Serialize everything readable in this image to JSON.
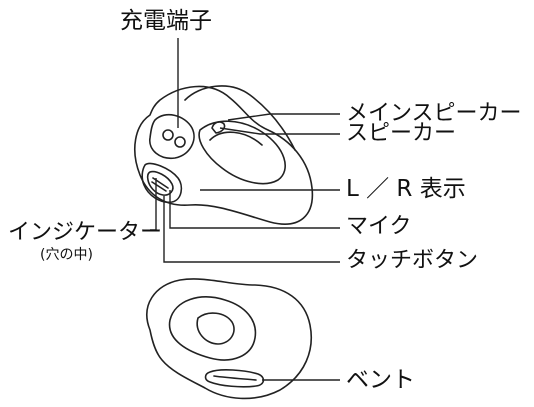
{
  "labels": {
    "charging_terminal": "充電端子",
    "main_speaker": "メインスピーカー",
    "speaker": "スピーカー",
    "lr_indicator": "L ／ R 表示",
    "indicator": "インジケーター",
    "indicator_note": "(穴の中)",
    "mic": "マイク",
    "touch_button": "タッチボタン",
    "vent": "ベント"
  },
  "colors": {
    "line": "#222222",
    "background": "#ffffff"
  }
}
